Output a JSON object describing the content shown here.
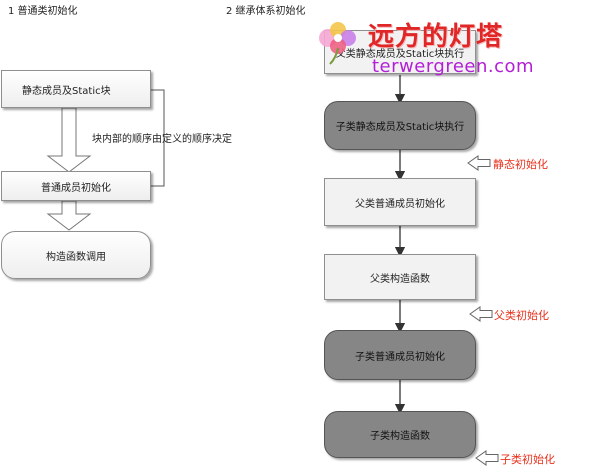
{
  "section_left": {
    "title": "1 普通类初始化"
  },
  "section_right": {
    "title": "2 继承体系初始化"
  },
  "left_flow": {
    "static_block": "静态成员及Static块",
    "note": "块内部的顺序由定义的顺序决定",
    "normal_member": "普通成员初始化",
    "constructor": "构造函数调用"
  },
  "right_flow": {
    "parent_static": "父类静态成员及Static块执行",
    "child_static": "子类静态成员及Static块执行",
    "parent_normal": "父类普通成员初始化",
    "parent_constructor": "父类构造函数",
    "child_normal": "子类普通成员初始化",
    "child_constructor": "子类构造函数"
  },
  "markers": {
    "static_init": "静态初始化",
    "parent_init": "父类初始化",
    "child_init": "子类初始化"
  },
  "watermark": {
    "chinese": "远方的灯塔",
    "english": "terwergreen.com"
  }
}
